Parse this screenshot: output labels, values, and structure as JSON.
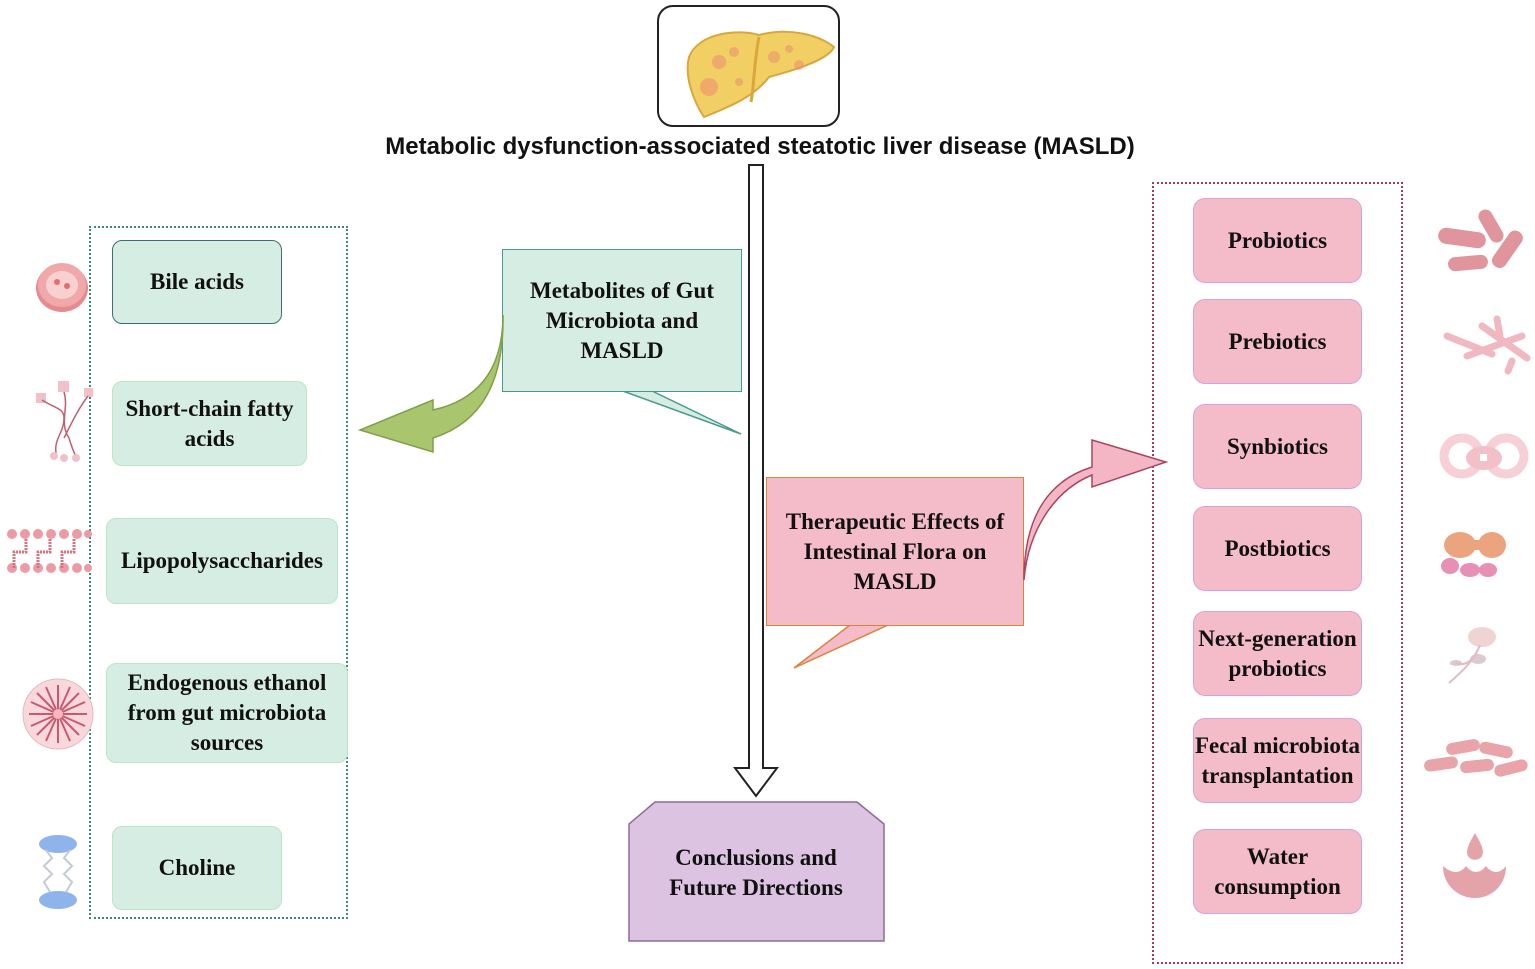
{
  "title": "Metabolic dysfunction-associated steatotic liver disease (MASLD)",
  "top_icon": "liver-icon",
  "sections": {
    "metabolites": {
      "label": "Metabolites of Gut Microbiota and MASLD",
      "color": "#d6ede3",
      "border": "#4a9b8f",
      "arrow_color": "#a9c66f",
      "items": [
        {
          "label": "Bile acids",
          "icon": "bile-acid-icon"
        },
        {
          "label": "Short-chain fatty acids",
          "icon": "fatty-acid-molecule-icon"
        },
        {
          "label": "Lipopolysaccharides",
          "icon": "lipopolysaccharide-chain-icon"
        },
        {
          "label": "Endogenous ethanol from gut microbiota sources",
          "icon": "micelle-icon"
        },
        {
          "label": "Choline",
          "icon": "choline-molecule-icon"
        }
      ]
    },
    "therapeutic": {
      "label": "Therapeutic Effects of Intestinal Flora on MASLD",
      "color": "#f4bcc8",
      "border": "#d9833a",
      "arrow_color": "#f4b6c5",
      "items": [
        {
          "label": "Probiotics",
          "icon": "bacteria-rods-icon"
        },
        {
          "label": "Prebiotics",
          "icon": "prebiotic-fiber-icon"
        },
        {
          "label": "Synbiotics",
          "icon": "synbiotic-rings-icon"
        },
        {
          "label": "Postbiotics",
          "icon": "postbiotic-cluster-icon"
        },
        {
          "label": "Next-generation probiotics",
          "icon": "flagellated-bacteria-icon"
        },
        {
          "label": "Fecal microbiota transplantation",
          "icon": "microbiota-cells-icon"
        },
        {
          "label": "Water consumption",
          "icon": "water-drop-icon"
        }
      ]
    },
    "conclusion": {
      "label": "Conclusions and Future Directions",
      "color": "#dcc3e2",
      "border": "#8e6a98"
    }
  }
}
